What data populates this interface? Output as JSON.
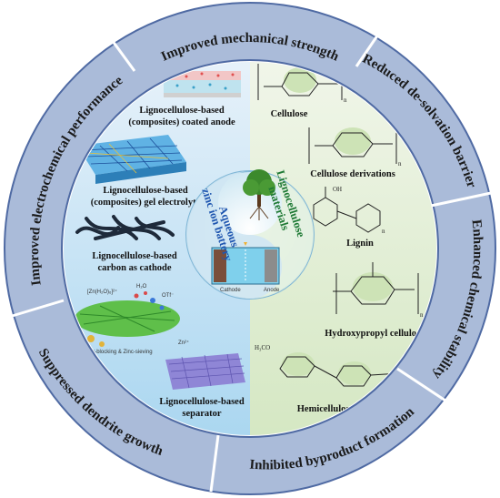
{
  "ring": {
    "top": "Improved mechanical strength",
    "top_right": "Reduced de-solvation barrier",
    "right": "Enhanced chemical stability",
    "bottom": "Inhibited byproduct formation",
    "bottom_left": "Suppressed dendrite growth",
    "left": "Improved electrochemical performance"
  },
  "left_panel": {
    "anode_line1": "Lignocellulose-based",
    "anode_line2": "(composites) coated anode",
    "gel_line1": "Lignocellulose-based",
    "gel_line2": "(composites) gel electrolyte",
    "carbon_line1": "Lignocellulose-based",
    "carbon_line2": "carbon as cathode",
    "separator_line1": "Lignocellulose-based",
    "separator_line2": "separator",
    "sep_caption": "Water-blocking & Zinc-sieving",
    "ion_label1": "[Zn(H₂O)₆]²⁺",
    "ion_label2": "H₂O",
    "ion_label3": "OTf⁻",
    "ion_label4": "Zn²⁺"
  },
  "right_panel": {
    "cellulose": "Cellulose",
    "derivations": "Cellulose derivations",
    "lignin": "Lignin",
    "hpc": "Hydroxypropyl cellulose",
    "hemi": "Hemicelluloses",
    "n1": "n",
    "n2": "n",
    "n3": "n",
    "n4": "n",
    "oh": "OH",
    "h3co": "H₃CO"
  },
  "center": {
    "left_line1": "Aqueous",
    "left_line2": "zinc ion battery",
    "right_line1": "Lignocellulose",
    "right_line2": "materials",
    "cathode": "Cathode",
    "anode": "Anode"
  },
  "colors": {
    "ring": "#aabbd9",
    "ring_edge": "#4f6aa3",
    "left_bg": "#cfe6f5",
    "right_bg": "#e3efd6",
    "left_text": "#1f56b0",
    "right_text": "#1f7a35"
  }
}
